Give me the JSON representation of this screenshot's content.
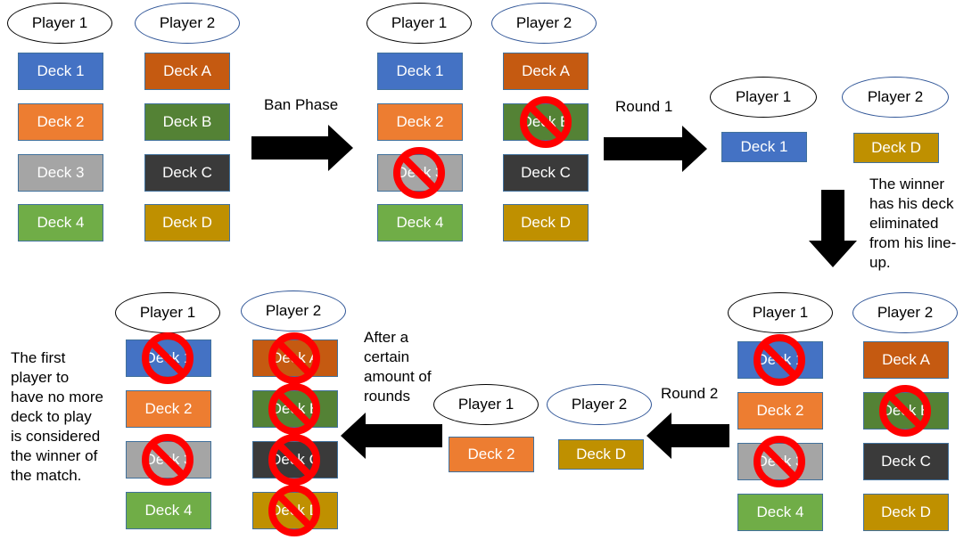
{
  "colors": {
    "deck1": "#4472c4",
    "deck2": "#ed7d31",
    "deck3": "#a5a5a5",
    "deck4": "#70ad47",
    "deckA": "#c55a11",
    "deckB": "#548235",
    "deckC": "#3a3a3a",
    "deckD": "#bf9000",
    "ban": "#ff0000"
  },
  "labels": {
    "player1": "Player 1",
    "player2": "Player 2",
    "deck1": "Deck 1",
    "deck2": "Deck 2",
    "deck3": "Deck 3",
    "deck4": "Deck 4",
    "deckA": "Deck A",
    "deckB": "Deck B",
    "deckC": "Deck C",
    "deckD": "Deck D"
  },
  "arrows": {
    "ban_phase": "Ban Phase",
    "round1": "Round 1",
    "round2": "Round 2",
    "after_rounds": [
      "After a",
      "certain",
      "amount of",
      "rounds"
    ]
  },
  "notes": {
    "winner": [
      "The winner",
      "has his deck",
      "eliminated",
      "from his line-",
      "up."
    ],
    "match": [
      "The first",
      "player to",
      "have no more",
      "deck to play",
      "is considered",
      "the winner of",
      "the match."
    ]
  },
  "icons": {
    "ban": "prohibition-icon",
    "arrow": "arrow-icon"
  }
}
